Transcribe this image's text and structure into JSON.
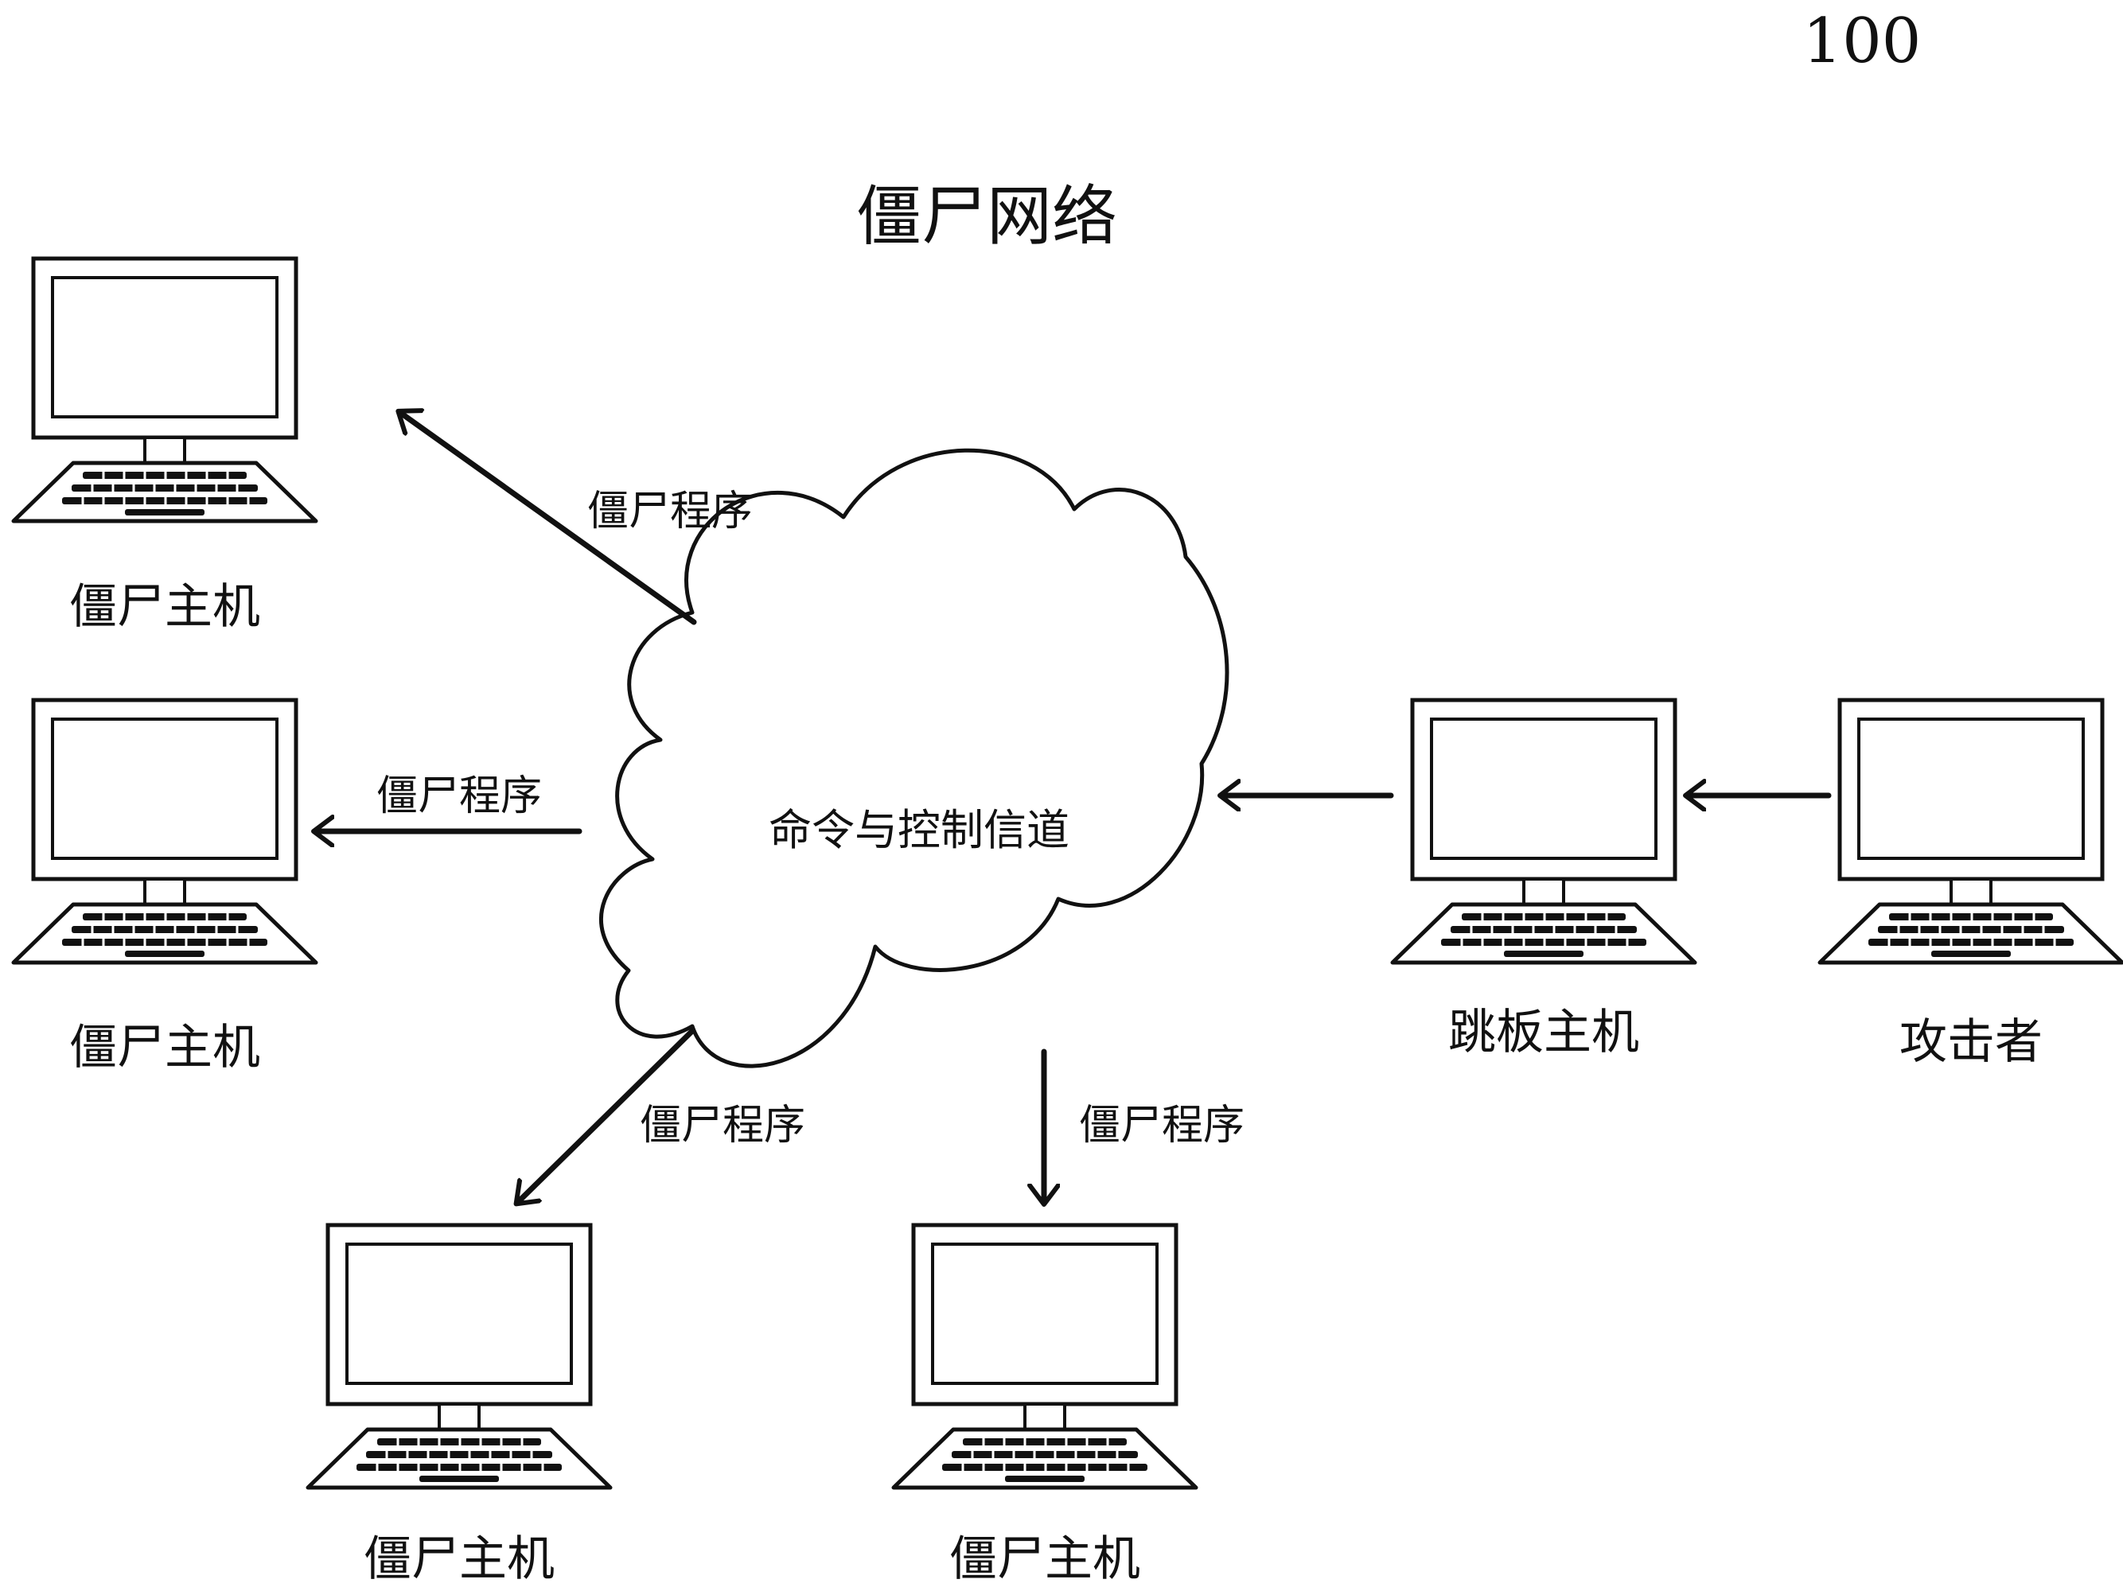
{
  "figure_number": "100",
  "title": "僵尸网络",
  "cloud_label": "命令与控制信道",
  "edge_label": "僵尸程序",
  "nodes": {
    "zombie_top_left": "僵尸主机",
    "zombie_mid_left": "僵尸主机",
    "zombie_bottom_left": "僵尸主机",
    "zombie_bottom_right": "僵尸主机",
    "stepping_host": "跳板主机",
    "attacker": "攻击者"
  },
  "colors": {
    "stroke": "#111111",
    "background": "#ffffff"
  }
}
